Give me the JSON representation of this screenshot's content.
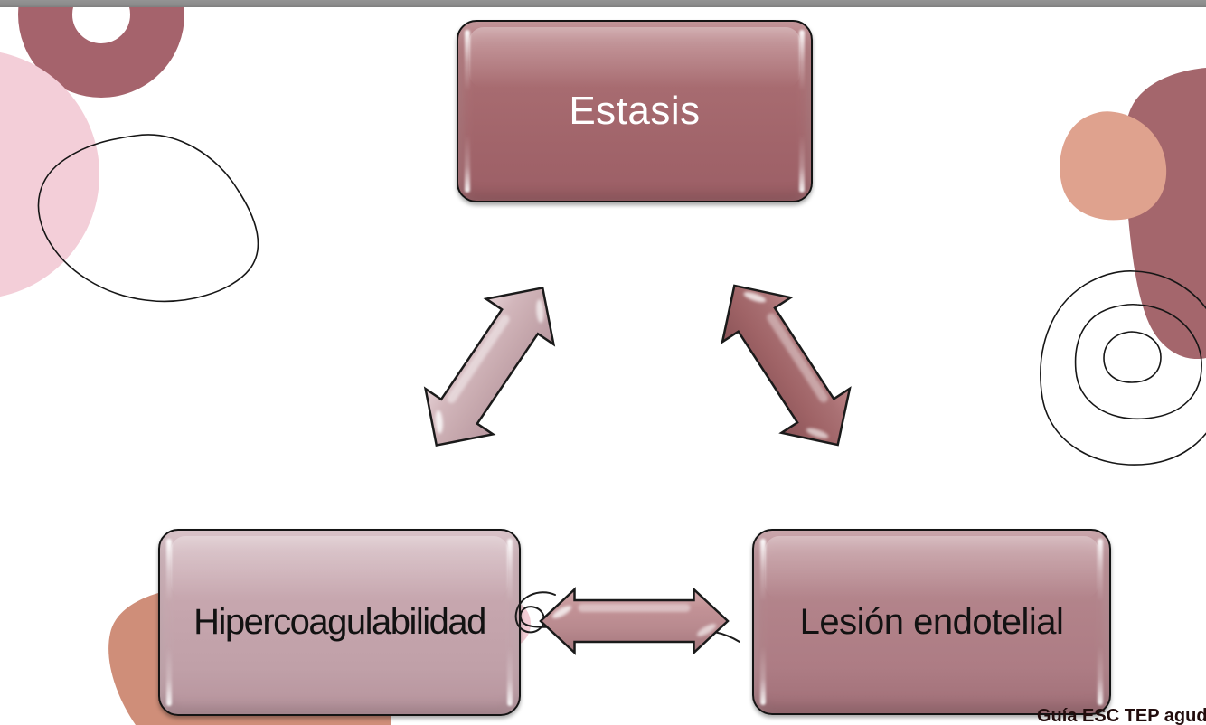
{
  "window": {
    "top_bar_color": "#8a8a8a"
  },
  "diagram": {
    "type": "triad",
    "nodes": [
      {
        "id": "estasis",
        "label": "Estasis",
        "fill": "#a5696e",
        "text_color": "#ffffff"
      },
      {
        "id": "hipercoagulabilidad",
        "label": "Hipercoagulabilidad",
        "fill": "#c4a4ac",
        "text_color": "#121212"
      },
      {
        "id": "lesion-endotelial",
        "label": "Lesión endotelial",
        "fill": "#b2848a",
        "text_color": "#121212"
      }
    ],
    "connectors": [
      {
        "from": "estasis",
        "to": "hipercoagulabilidad",
        "style": "double-headed-arrow",
        "color": "#cbadb2"
      },
      {
        "from": "estasis",
        "to": "lesion-endotelial",
        "style": "double-headed-arrow",
        "color": "#a56a6e"
      },
      {
        "from": "hipercoagulabilidad",
        "to": "lesion-endotelial",
        "style": "double-headed-arrow",
        "color": "#bd8f94"
      }
    ]
  },
  "citation": "Guía ESC TEP aguda",
  "colors": {
    "background": "#ffffff",
    "outline": "#141414",
    "decor_dark_rose": "#a5636c",
    "decor_light_pink": "#f3ced8",
    "decor_salmon": "#dfa28e",
    "decor_salmon_dark": "#cf8e79",
    "citation_text": "#220d0d"
  }
}
